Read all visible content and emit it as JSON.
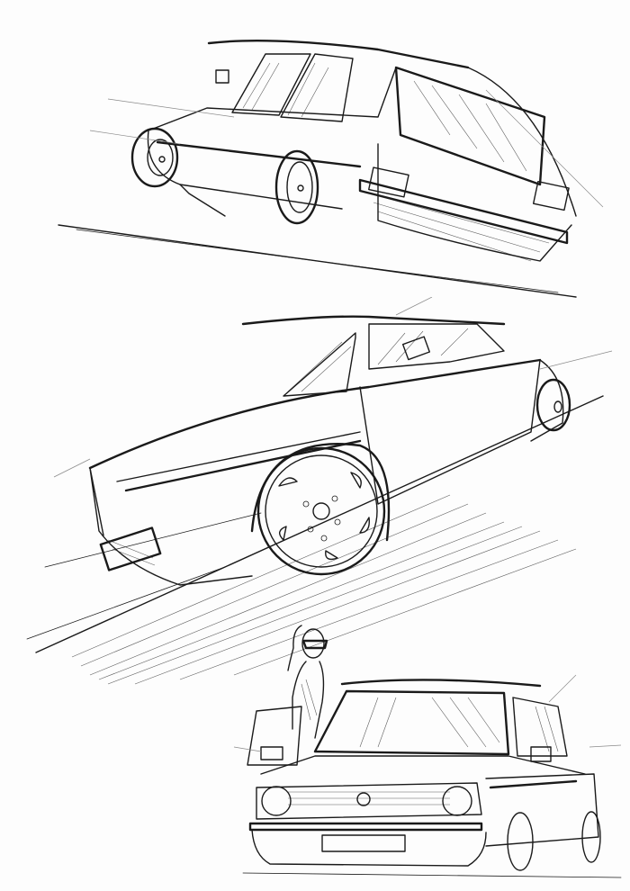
{
  "artwork": {
    "medium": "pen sketch on paper",
    "ink_color": "#1a1a1a",
    "paper_color": "#fdfdfd",
    "sketches": [
      {
        "id": "rear-three-quarter",
        "label": "Hatchback, rear three-quarter view",
        "wheels": 2
      },
      {
        "id": "side-low-angle",
        "label": "Hatchback, low side view with shadow",
        "wheels": 2
      },
      {
        "id": "front-three-quarter",
        "label": "Hatchback, front three-quarter view with figure",
        "wheels": 2,
        "figure": "woman with ponytail and sunglasses"
      }
    ]
  }
}
